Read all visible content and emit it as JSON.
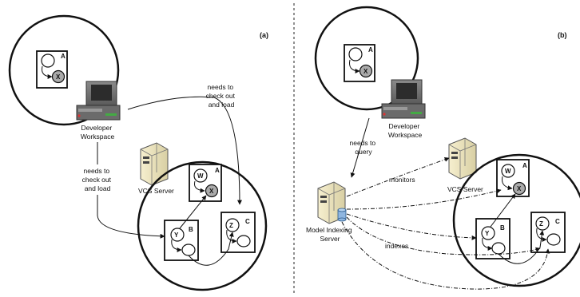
{
  "panels": [
    {
      "label": "(a)",
      "workspace_label": [
        "Developer",
        "Workspace"
      ],
      "server_label": "VCS Server",
      "edge_label_top": [
        "needs to",
        "check out",
        "and load"
      ],
      "edge_label_left": [
        "needs to",
        "check out",
        "and load"
      ],
      "docs": [
        {
          "name": "A",
          "nodes": [
            "X"
          ]
        },
        {
          "name": "A",
          "nodes": [
            "W",
            "X"
          ]
        },
        {
          "name": "B",
          "nodes": [
            "Y"
          ]
        },
        {
          "name": "C",
          "nodes": [
            "Z"
          ]
        }
      ]
    },
    {
      "label": "(b)",
      "workspace_label": [
        "Developer",
        "Workspace"
      ],
      "server_label": "VCS Server",
      "indexing_label": [
        "Model Indexing",
        "Server"
      ],
      "query_label": [
        "needs to",
        "query"
      ],
      "monitors_label": "monitors",
      "indexes_label": "indexes",
      "docs": [
        {
          "name": "A",
          "nodes": [
            "X"
          ]
        },
        {
          "name": "A",
          "nodes": [
            "W",
            "X"
          ]
        },
        {
          "name": "B",
          "nodes": [
            "Y"
          ]
        },
        {
          "name": "C",
          "nodes": [
            "Z"
          ]
        }
      ]
    }
  ]
}
